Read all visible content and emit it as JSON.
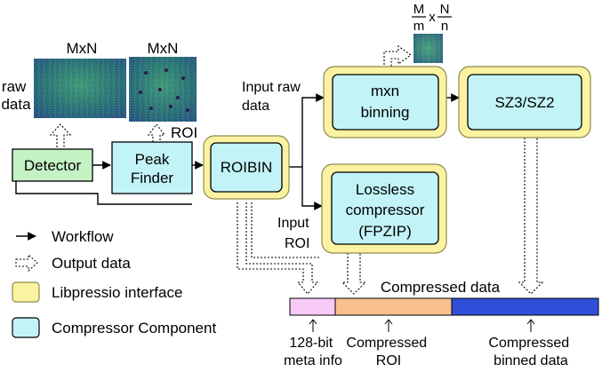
{
  "colors": {
    "libpressio": "#fbf3a2",
    "libpressio_border": "#8f8a4a",
    "compressor": "#c2f3f7",
    "detector": "#c4f2c4",
    "meta_segment": "#f7c9f7",
    "roi_segment": "#f8c08f",
    "binned_segment": "#2f4fd8"
  },
  "labels": {
    "raw_mxn": "MxN",
    "raw_data_line1": "raw",
    "raw_data_line2": "data",
    "roi_mxn": "MxN",
    "roi_tag": "ROI",
    "frac_M": "M",
    "frac_m": "m",
    "frac_x": "x",
    "frac_N": "N",
    "frac_n": "n",
    "input_raw_line1": "Input raw",
    "input_raw_line2": "data",
    "input_roi_line1": "Input",
    "input_roi_line2": "ROI",
    "compressed_data": "Compressed data",
    "seg_meta_line1": "128-bit",
    "seg_meta_line2": "meta info",
    "seg_roi_line1": "Compressed",
    "seg_roi_line2": "ROI",
    "seg_binned_line1": "Compressed",
    "seg_binned_line2": "binned data"
  },
  "boxes": {
    "detector": "Detector",
    "peak_line1": "Peak",
    "peak_line2": "Finder",
    "roibin": "ROIBIN",
    "binning_line1": "mxn",
    "binning_line2": "binning",
    "sz": "SZ3/SZ2",
    "lossless_line1": "Lossless",
    "lossless_line2": "compressor",
    "lossless_line3": "(FPZIP)"
  },
  "legend": {
    "workflow": "Workflow",
    "output": "Output data",
    "libpressio": "Libpressio interface",
    "component": "Compressor Component"
  }
}
